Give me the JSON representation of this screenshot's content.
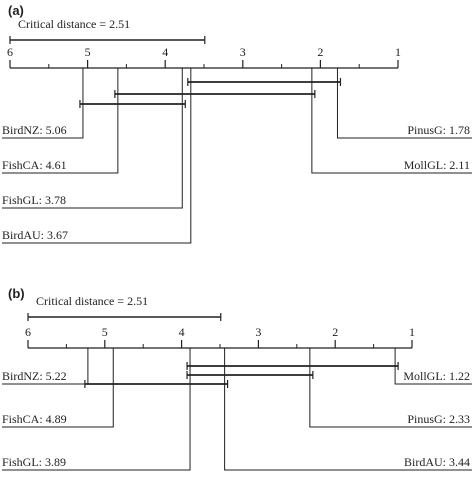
{
  "panels": [
    {
      "id": "a",
      "label": "(a)",
      "critical_distance_label": "Critical distance = 2.51",
      "critical_distance": 2.51,
      "axis": {
        "min": 1,
        "max": 6,
        "ticks": [
          "6",
          "5",
          "4",
          "3",
          "2",
          "1"
        ]
      },
      "methods": [
        {
          "name": "BirdNZ",
          "rank": 5.06,
          "label": "BirdNZ: 5.06",
          "side": "left"
        },
        {
          "name": "FishCA",
          "rank": 4.61,
          "label": "FishCA: 4.61",
          "side": "left"
        },
        {
          "name": "FishGL",
          "rank": 3.78,
          "label": "FishGL: 3.78",
          "side": "left"
        },
        {
          "name": "BirdAU",
          "rank": 3.67,
          "label": "BirdAU: 3.67",
          "side": "left"
        },
        {
          "name": "PinusG",
          "rank": 1.78,
          "label": "PinusG: 1.78",
          "side": "right"
        },
        {
          "name": "MollGL",
          "rank": 2.11,
          "label": "MollGL: 2.11",
          "side": "right"
        }
      ],
      "cliques": [
        {
          "from": 3.67,
          "to": 1.78
        },
        {
          "from": 4.61,
          "to": 2.11
        },
        {
          "from": 5.06,
          "to": 3.78
        }
      ]
    },
    {
      "id": "b",
      "label": "(b)",
      "critical_distance_label": "Critical distance = 2.51",
      "critical_distance": 2.51,
      "axis": {
        "min": 1,
        "max": 6,
        "ticks": [
          "6",
          "5",
          "4",
          "3",
          "2",
          "1"
        ]
      },
      "methods": [
        {
          "name": "BirdNZ",
          "rank": 5.22,
          "label": "BirdNZ: 5.22",
          "side": "left"
        },
        {
          "name": "FishCA",
          "rank": 4.89,
          "label": "FishCA: 4.89",
          "side": "left"
        },
        {
          "name": "FishGL",
          "rank": 3.89,
          "label": "FishGL: 3.89",
          "side": "left"
        },
        {
          "name": "MollGL",
          "rank": 1.22,
          "label": "MollGL: 1.22",
          "side": "right"
        },
        {
          "name": "PinusG",
          "rank": 2.33,
          "label": "PinusG: 2.33",
          "side": "right"
        },
        {
          "name": "BirdAU",
          "rank": 3.44,
          "label": "BirdAU: 3.44",
          "side": "right"
        }
      ],
      "cliques": [
        {
          "from": 3.89,
          "to": 1.22
        },
        {
          "from": 3.89,
          "to": 2.33
        },
        {
          "from": 5.22,
          "to": 3.44
        }
      ]
    }
  ]
}
